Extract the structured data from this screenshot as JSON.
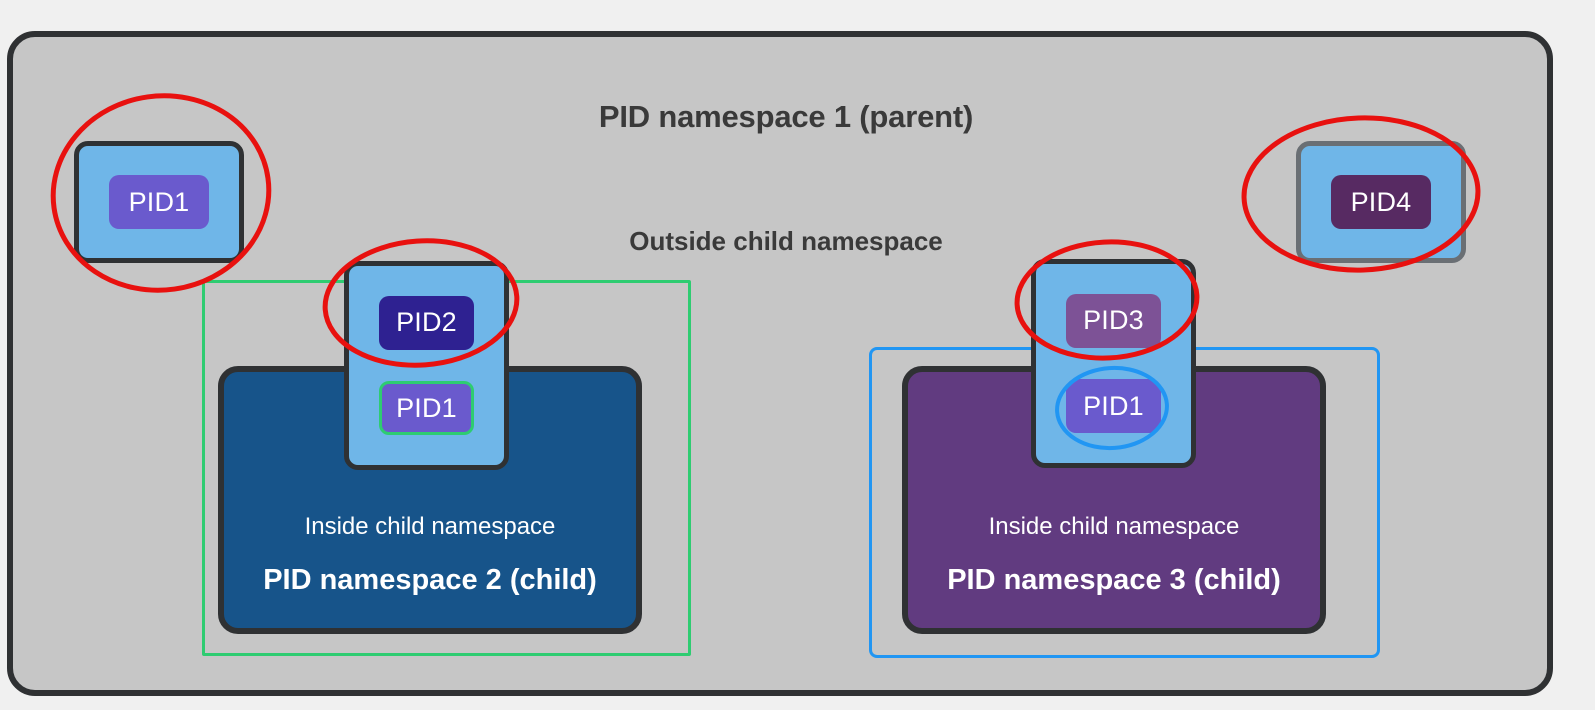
{
  "diagram": {
    "title": "PID namespace 1 (parent)",
    "outside_label": "Outside child namespace",
    "background_color": "#c6c6c6",
    "border_color": "#2f3133",
    "page_background": "#f0f0f0"
  },
  "process_cards": [
    {
      "id": "card-pid1-parent",
      "card_border": "#2f3133",
      "card_color": "#6fb6e8",
      "badges": [
        {
          "label": "PID1",
          "color": "#6a5acd",
          "outline": "none"
        }
      ]
    },
    {
      "id": "card-pid2",
      "card_border": "#2f3133",
      "card_color": "#6fb6e8",
      "badges": [
        {
          "label": "PID2",
          "color": "#2e2191",
          "outline": "none"
        },
        {
          "label": "PID1",
          "color": "#6a5acd",
          "outline": "#2ecc71"
        }
      ]
    },
    {
      "id": "card-pid3",
      "card_border": "#2f3133",
      "card_color": "#6fb6e8",
      "badges": [
        {
          "label": "PID3",
          "color": "#7d5296",
          "outline": "none"
        },
        {
          "label": "PID1",
          "color": "#6a5acd",
          "outline": "none"
        }
      ]
    },
    {
      "id": "card-pid4",
      "card_border": "#6a6f74",
      "card_color": "#6fb6e8",
      "badges": [
        {
          "label": "PID4",
          "color": "#572a62",
          "outline": "none"
        }
      ]
    }
  ],
  "child_namespaces": [
    {
      "inside_label": "Inside child namespace",
      "title": "PID namespace 2 (child)",
      "fill": "#17548a",
      "highlight_outline_color": "#2ecc71"
    },
    {
      "inside_label": "Inside child namespace",
      "title": "PID namespace 3 (child)",
      "fill": "#613b80",
      "highlight_outline_color": "#2196f3"
    }
  ],
  "annotations": {
    "red_circle_color": "#e8110f",
    "blue_ellipse_color": "#2196f3",
    "green_rect_color": "#2ecc71",
    "blue_rect_color": "#2196f3",
    "red_circles": [
      "around-pid1-parent",
      "around-pid2",
      "around-pid3",
      "around-pid4"
    ],
    "blue_ellipses": [
      "around-pid1-in-namespace-3"
    ]
  }
}
